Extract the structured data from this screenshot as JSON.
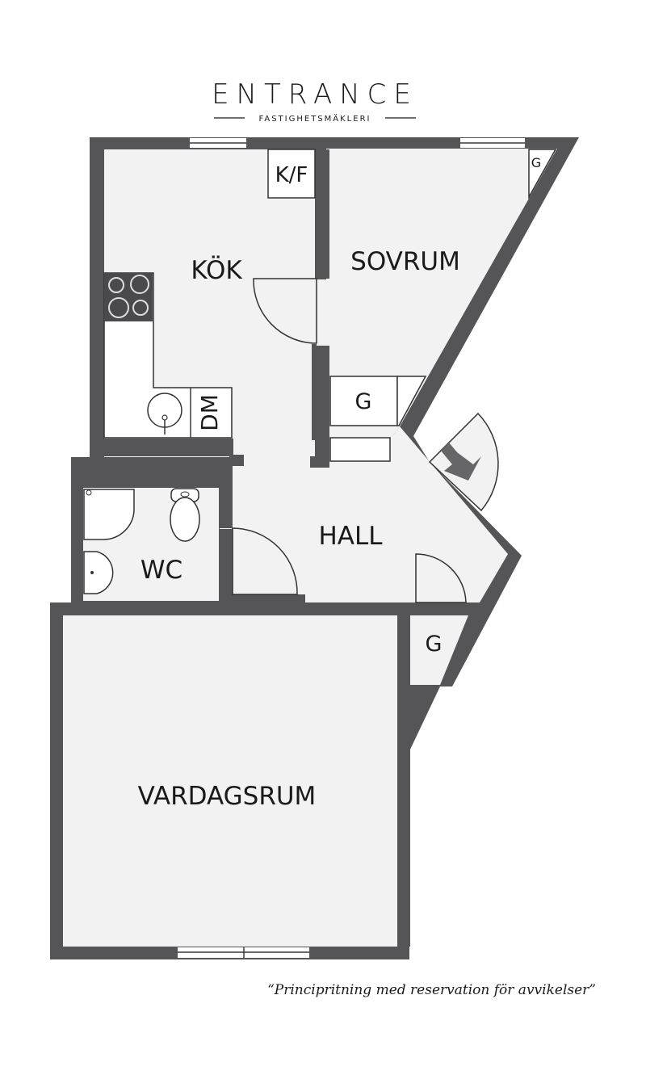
{
  "brand": {
    "name": "ENTRANCE",
    "tagline": "FASTIGHETSMÄKLERI"
  },
  "rooms": {
    "kitchen": "KÖK",
    "bedroom": "SOVRUM",
    "hall": "HALL",
    "wc": "WC",
    "living_room": "VARDAGSRUM"
  },
  "fixtures": {
    "fridge_freezer": "K/F",
    "dishwasher": "DM",
    "wardrobe_bedroom_corner": "G",
    "wardrobe_bedroom": "G",
    "wardrobe_hall": "G"
  },
  "disclaimer": "“Principritning med reservation för avvikelser”",
  "colors": {
    "wall": "#555558",
    "floor": "#f2f2f2",
    "text": "#1a1a1a"
  }
}
